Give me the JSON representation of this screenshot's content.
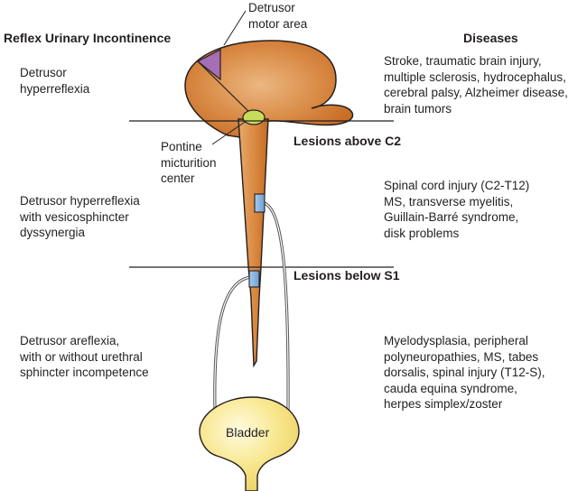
{
  "headers": {
    "left": "Reflex Urinary Incontinence",
    "right": "Diseases",
    "lesion_above": "Lesions above C2",
    "lesion_below": "Lesions below S1"
  },
  "labels": {
    "detrusor_motor_area": "Detrusor\nmotor area",
    "pontine_center": "Pontine\nmicturition\ncenter",
    "bladder": "Bladder"
  },
  "rows": [
    {
      "incontinence": "Detrusor\nhyperreflexia",
      "diseases": "Stroke, traumatic brain injury,\nmultiple sclerosis, hydrocephalus,\ncerebral palsy, Alzheimer disease,\nbrain tumors"
    },
    {
      "incontinence": "Detrusor hyperreflexia\nwith vesicosphincter\ndyssynergia",
      "diseases": "Spinal cord injury (C2-T12)\nMS, transverse myelitis,\nGuillain-Barré syndrome,\ndisk problems"
    },
    {
      "incontinence": "Detrusor areflexia,\nwith or without urethral\nsphincter incompetence",
      "diseases": "Myelodysplasia, peripheral\npolyneuropathies, MS, tabes\ndorsalis, spinal injury (T12-S),\ncauda equina syndrome,\nherpes simplex/zoster"
    }
  ],
  "colors": {
    "brain": "#d2782f",
    "brain_highlight": "#e8b27a",
    "motor_area": "#a46fb5",
    "pontine": "#c7dc5a",
    "segment": "#8fb8df",
    "bladder": "#f6e48a",
    "nerve": "#555555",
    "line": "#231f20"
  }
}
